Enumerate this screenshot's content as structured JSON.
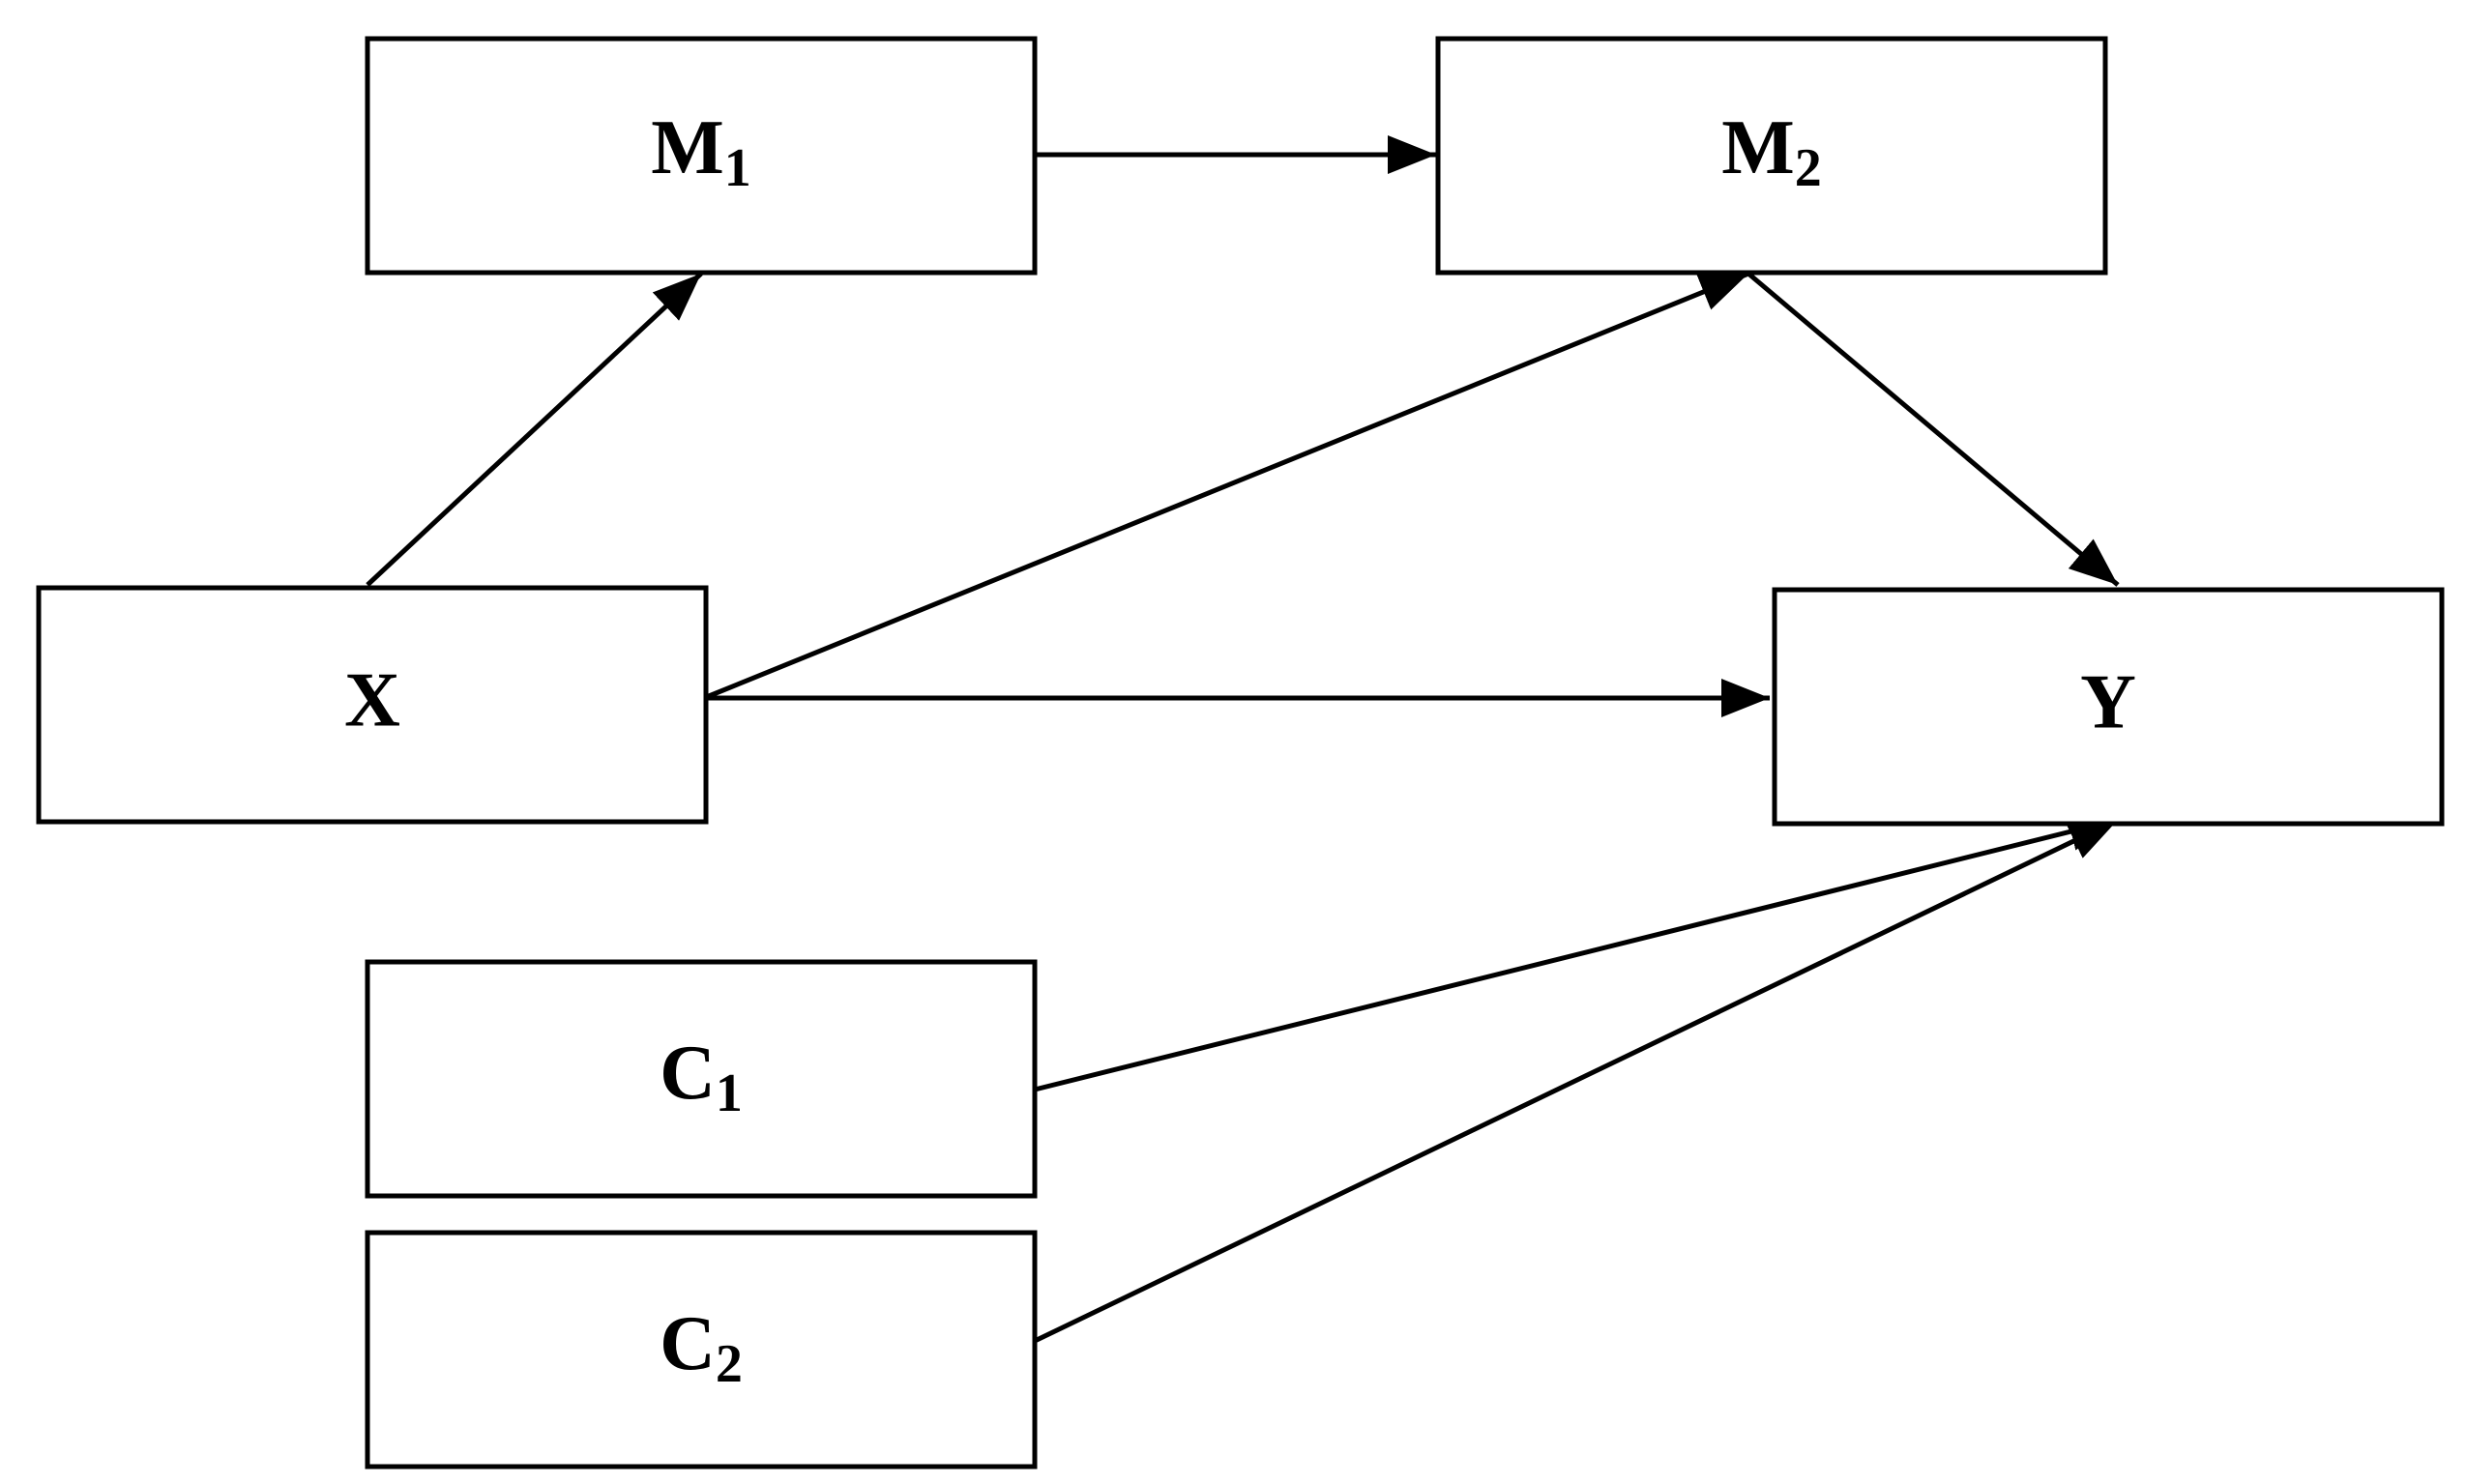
{
  "nodes": {
    "m1": {
      "label": "M",
      "sub": "1"
    },
    "m2": {
      "label": "M",
      "sub": "2"
    },
    "x": {
      "label": "X",
      "sub": ""
    },
    "y": {
      "label": "Y",
      "sub": ""
    },
    "c1": {
      "label": "C",
      "sub": "1"
    },
    "c2": {
      "label": "C",
      "sub": "2"
    }
  },
  "edges": [
    {
      "from": "x",
      "to": "m1"
    },
    {
      "from": "m1",
      "to": "m2"
    },
    {
      "from": "x",
      "to": "m2"
    },
    {
      "from": "m2",
      "to": "y"
    },
    {
      "from": "x",
      "to": "y"
    },
    {
      "from": "c1",
      "to": "y"
    },
    {
      "from": "c2",
      "to": "y"
    }
  ],
  "colors": {
    "stroke": "#000000",
    "background": "#ffffff"
  }
}
